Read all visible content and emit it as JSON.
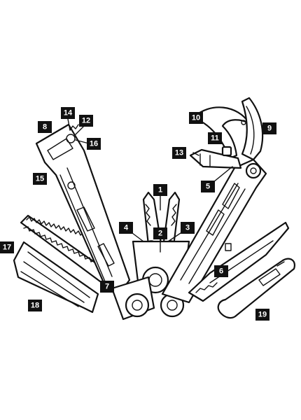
{
  "diagram": {
    "callouts": [
      {
        "id": "1",
        "label": "1"
      },
      {
        "id": "2",
        "label": "2"
      },
      {
        "id": "3",
        "label": "3"
      },
      {
        "id": "4",
        "label": "4"
      },
      {
        "id": "5",
        "label": "5"
      },
      {
        "id": "6",
        "label": "6"
      },
      {
        "id": "7",
        "label": "7"
      },
      {
        "id": "8",
        "label": "8"
      },
      {
        "id": "9",
        "label": "9"
      },
      {
        "id": "10",
        "label": "10"
      },
      {
        "id": "11",
        "label": "11"
      },
      {
        "id": "12",
        "label": "12"
      },
      {
        "id": "13",
        "label": "13"
      },
      {
        "id": "14",
        "label": "14"
      },
      {
        "id": "15",
        "label": "15"
      },
      {
        "id": "16",
        "label": "16"
      },
      {
        "id": "17",
        "label": "17"
      },
      {
        "id": "18",
        "label": "18"
      },
      {
        "id": "19",
        "label": "19"
      }
    ],
    "colors": {
      "ink": "#111111",
      "badge": "#111111",
      "badge_text": "#ffffff",
      "background": "#ffffff"
    }
  }
}
